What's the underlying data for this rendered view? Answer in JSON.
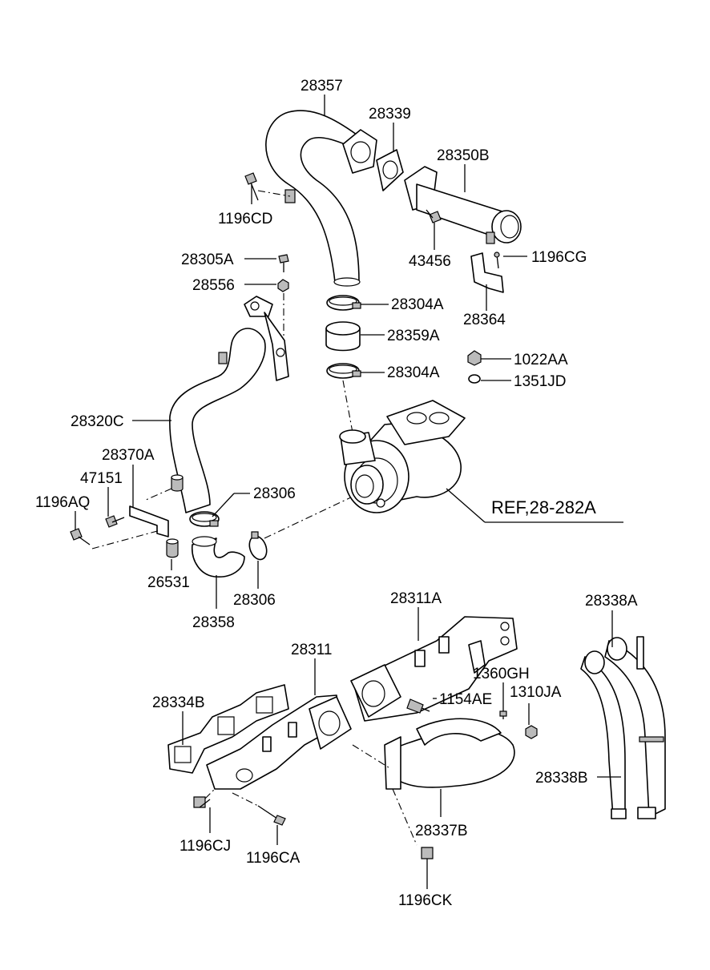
{
  "reference_label": "REF,28-282A",
  "labels": {
    "p28357": "28357",
    "p28339": "28339",
    "p28350B": "28350B",
    "p1196CD": "1196CD",
    "p43456": "43456",
    "p1196CG": "1196CG",
    "p28364": "28364",
    "p28305A": "28305A",
    "p28556": "28556",
    "p28304A_top": "28304A",
    "p28359A": "28359A",
    "p28304A_bottom": "28304A",
    "p1022AA": "1022AA",
    "p1351JD": "1351JD",
    "p28320C": "28320C",
    "p28370A": "28370A",
    "p47151": "47151",
    "p1196AQ": "1196AQ",
    "p28306_top": "28306",
    "p28306_bottom": "28306",
    "p26531": "26531",
    "p28358": "28358",
    "p28311A": "28311A",
    "p28311": "28311",
    "p28338A": "28338A",
    "p1360GH": "1360GH",
    "p1310JA": "1310JA",
    "p1154AE": "1154AE",
    "p28334B": "28334B",
    "p28338B": "28338B",
    "p1196CJ": "1196CJ",
    "p1196CA": "1196CA",
    "p28337B": "28337B",
    "p1196CK": "1196CK"
  }
}
